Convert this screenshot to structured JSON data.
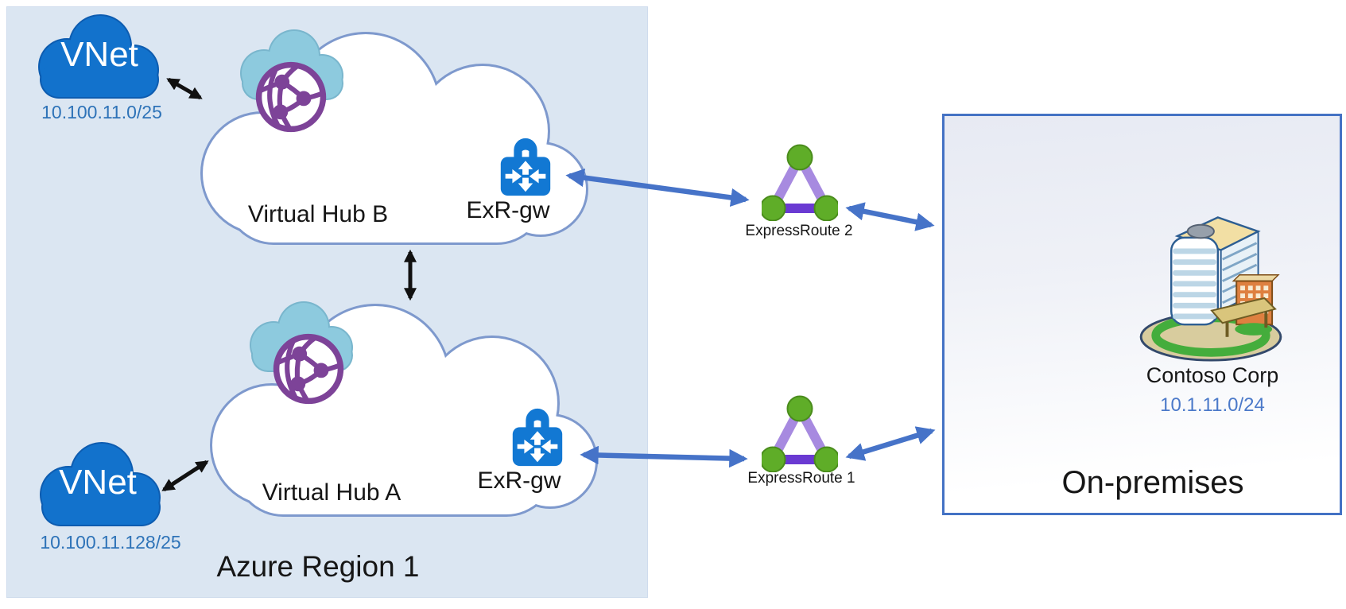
{
  "region": {
    "label": "Azure Region 1"
  },
  "vnets": [
    {
      "label": "VNet",
      "cidr": "10.100.11.0/25"
    },
    {
      "label": "VNet",
      "cidr": "10.100.11.128/25"
    }
  ],
  "hubs": [
    {
      "label": "Virtual Hub B",
      "gateway_label": "ExR-gw"
    },
    {
      "label": "Virtual Hub A",
      "gateway_label": "ExR-gw"
    }
  ],
  "circuits": [
    {
      "label": "ExpressRoute 2"
    },
    {
      "label": "ExpressRoute 1"
    }
  ],
  "on_premises": {
    "company": "Contoso Corp",
    "cidr": "10.1.11.0/24",
    "label": "On-premises"
  },
  "colors": {
    "region_fill": "#dbe6f2",
    "vnet_cloud_blue": "#1272cc",
    "hub_cloud_border": "#7e99cd",
    "wan_cloud_cyan": "#8dcade",
    "globe_purple": "#7d4398",
    "gateway_blue": "#1278d3",
    "circuit_light_purple": "#a78ae0",
    "circuit_dark_purple": "#6a3ad2",
    "circuit_node_green": "#5fad28",
    "arrow_blue": "#4673c8",
    "arrow_black": "#111111",
    "onprem_border": "#4472c4",
    "cidr_text_blue": "#2e73b8"
  }
}
